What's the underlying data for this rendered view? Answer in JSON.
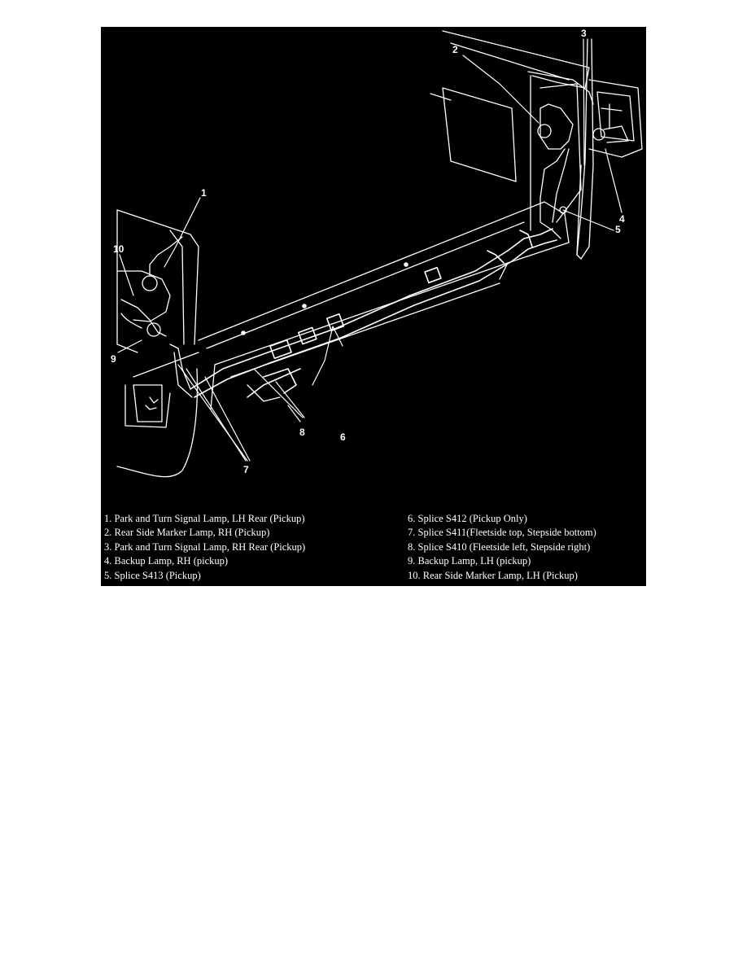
{
  "colors": {
    "background": "#000000",
    "line": "#ffffff",
    "page": "#ffffff"
  },
  "callouts": [
    "1",
    "2",
    "3",
    "4",
    "5",
    "6",
    "7",
    "8",
    "9",
    "10"
  ],
  "legend": {
    "left": [
      "1. Park and Turn Signal Lamp, LH Rear (Pickup)",
      "2. Rear Side Marker Lamp, RH (Pickup)",
      "3. Park and Turn Signal Lamp, RH Rear (Pickup)",
      "4. Backup Lamp, RH (pickup)",
      "5. Splice S413 (Pickup)"
    ],
    "right": [
      "6. Splice S412 (Pickup Only)",
      "7. Splice S411(Fleetside top, Stepside bottom)",
      "8. Splice S410 (Fleetside left, Stepside right)",
      "9. Backup Lamp, LH (pickup)",
      "10. Rear Side Marker Lamp, LH (Pickup)"
    ]
  }
}
